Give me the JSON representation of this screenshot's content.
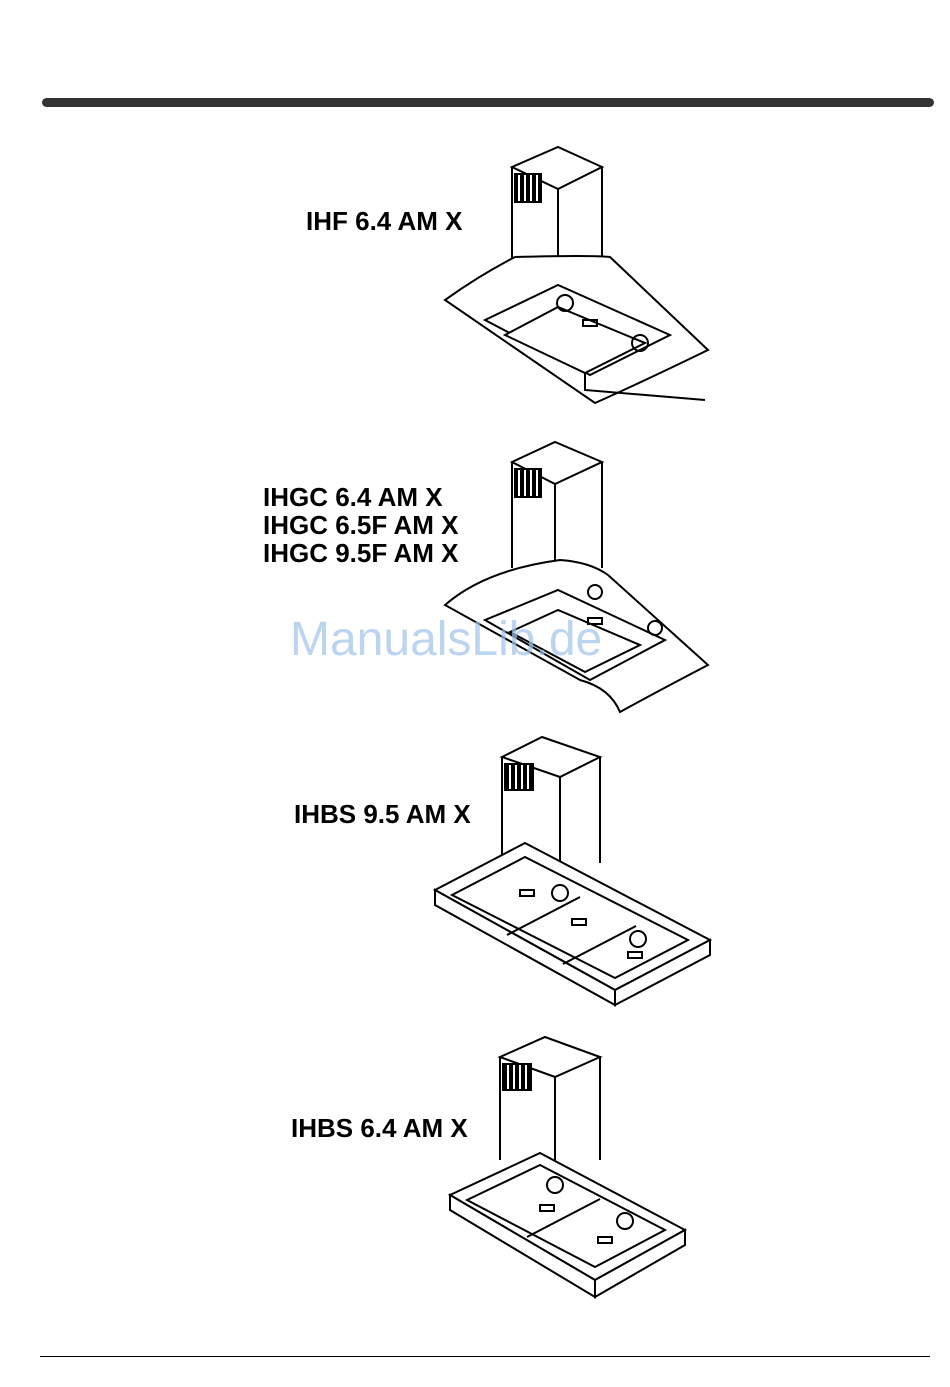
{
  "models": {
    "ihf": "IHF 6.4 AM X",
    "ihgc": [
      "IHGC 6.4 AM X",
      "IHGC 6.5F AM X",
      "IHGC 9.5F AM X"
    ],
    "ihbs95": "IHBS 9.5 AM X",
    "ihbs64": "IHBS 6.4 AM X"
  },
  "watermark": "ManualsLib.de",
  "colors": {
    "rule": "#333333",
    "watermark": "#9fc4ec",
    "ink": "#000000"
  },
  "illustrations": [
    "glass-hood-flat-illustration",
    "glass-hood-curved-illustration",
    "box-hood-three-filter-illustration",
    "box-hood-two-filter-illustration"
  ]
}
